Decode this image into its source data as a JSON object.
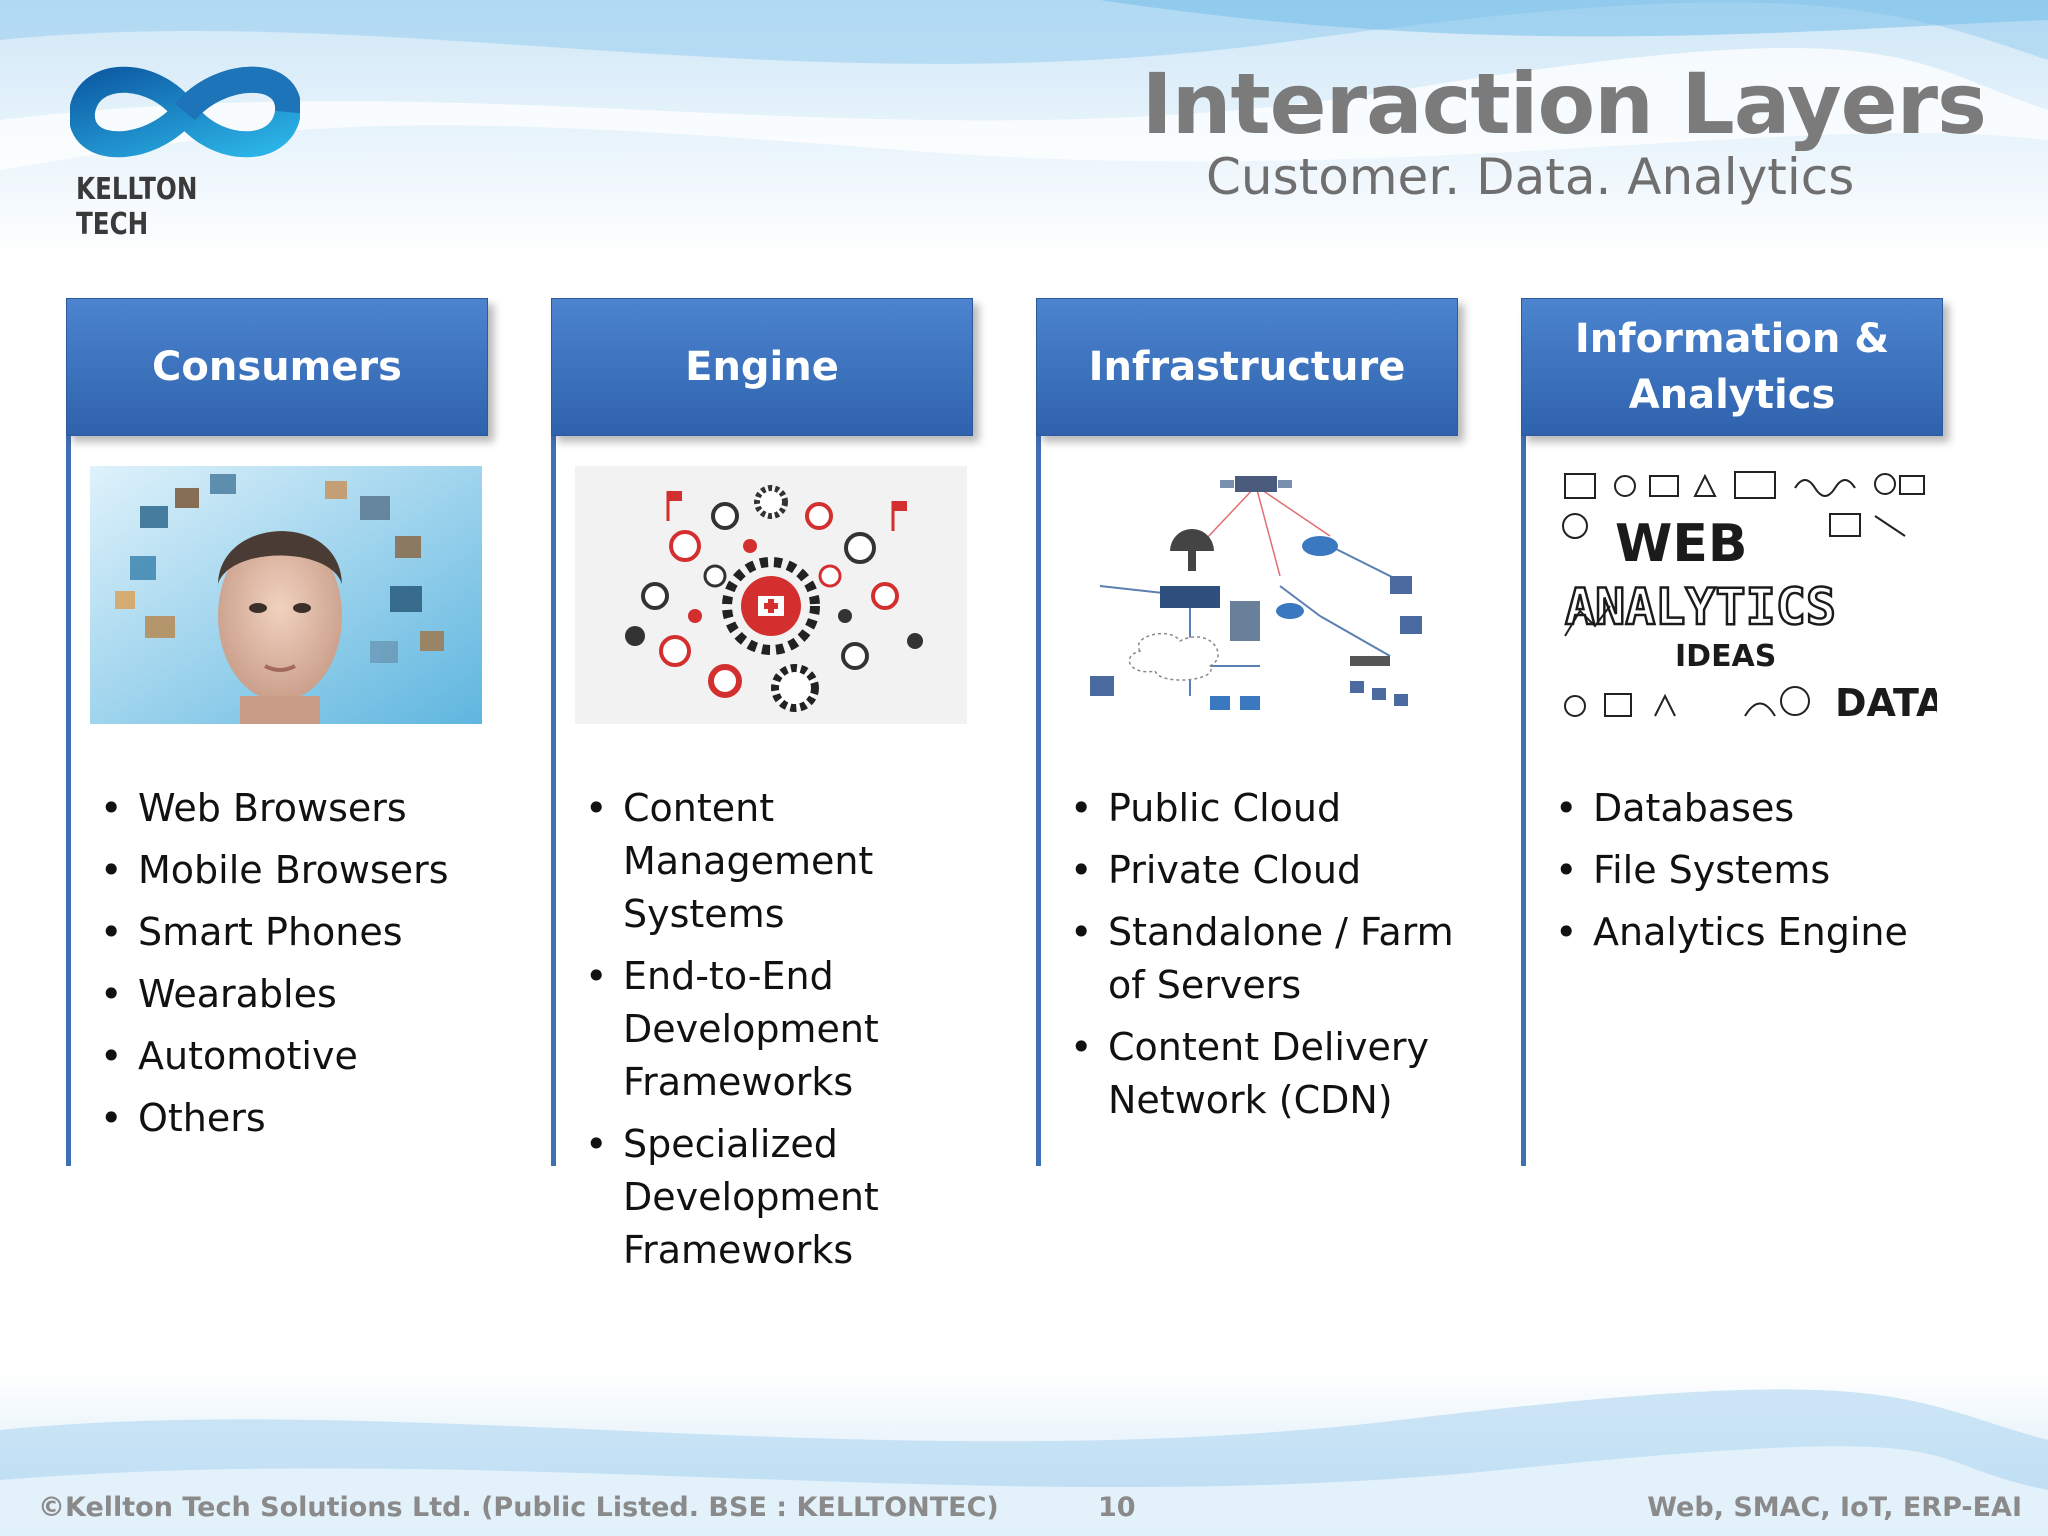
{
  "brand": {
    "logo_text": "KELLTON TECH",
    "color_primary": "#1e74b8",
    "color_accent": "#29a9de"
  },
  "header": {
    "title": "Interaction Layers",
    "subtitle": "Customer. Data. Analytics"
  },
  "columns": [
    {
      "header": "Consumers",
      "image_icon": "human-face-with-floating-screens-image",
      "items": [
        "Web Browsers",
        "Mobile Browsers",
        "Smart Phones",
        "Wearables",
        "Automotive",
        "Others"
      ]
    },
    {
      "header": "Engine",
      "image_icon": "gears-and-service-icons-image",
      "items": [
        "Content Management Systems",
        "End-to-End Development Frameworks",
        "Specialized Development Frameworks"
      ]
    },
    {
      "header": "Infrastructure",
      "image_icon": "satellite-network-diagram-image",
      "items": [
        "Public Cloud",
        "Private Cloud",
        "Standalone / Farm of Servers",
        "Content Delivery Network (CDN)"
      ]
    },
    {
      "header": "Information & Analytics",
      "image_icon": "web-analytics-doodle-image",
      "items": [
        "Databases",
        "File Systems",
        "Analytics Engine"
      ],
      "image_words": [
        "WEB",
        "ANALYTICS",
        "IDEAS",
        "DATA"
      ]
    }
  ],
  "footer": {
    "copyright": "©Kellton Tech Solutions Ltd. (Public Listed. BSE : KELLTONTEC)",
    "page_number": "10",
    "tagline": "Web, SMAC,  IoT, ERP-EAI"
  },
  "colors": {
    "header_blue": "#3a72c0",
    "column_line": "#3f6fb4",
    "title_gray": "#7b7b7b"
  }
}
